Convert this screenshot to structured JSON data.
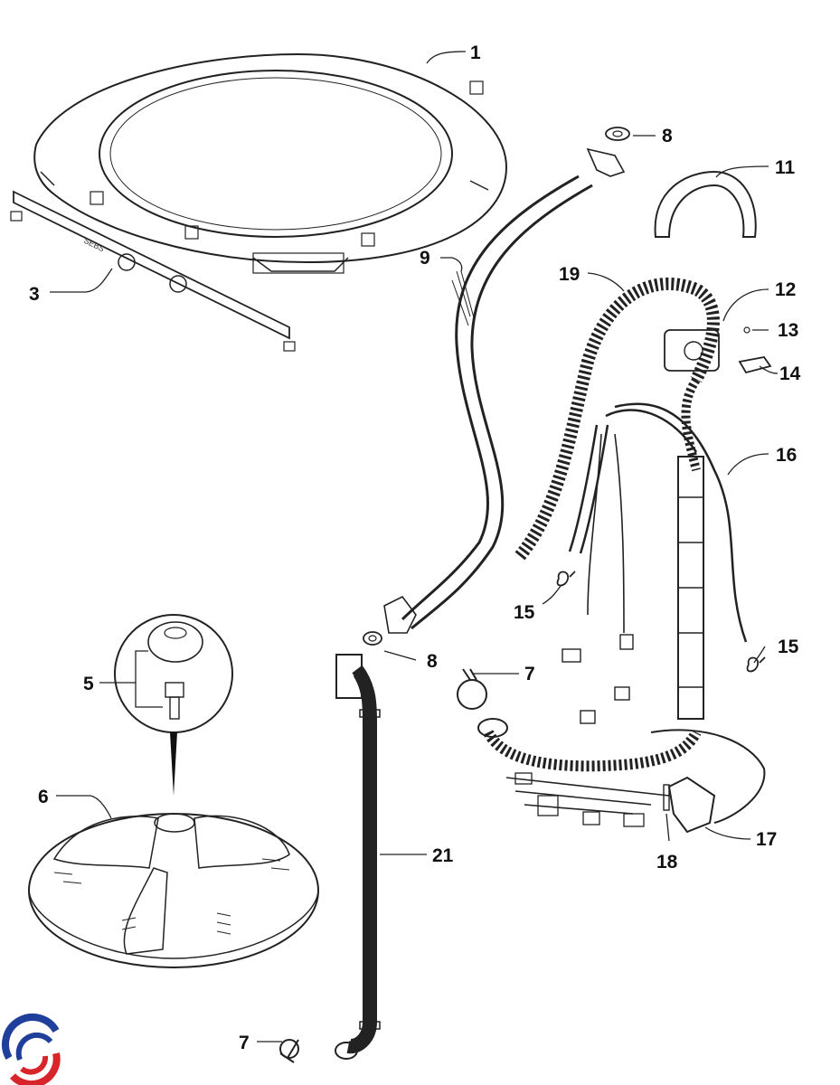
{
  "labels": {
    "1": "1",
    "3": "3",
    "5": "5",
    "6": "6",
    "7a": "7",
    "7b": "7",
    "8a": "8",
    "8b": "8",
    "9": "9",
    "11": "11",
    "12": "12",
    "13": "13",
    "14": "14",
    "15a": "15",
    "15b": "15",
    "16": "16",
    "17": "17",
    "18": "18",
    "19": "19",
    "21": "21"
  },
  "bar_text": "SEBS",
  "colors": {
    "line": "#222222",
    "logo_blue": "#1f3f9a",
    "logo_red": "#d8252b"
  }
}
